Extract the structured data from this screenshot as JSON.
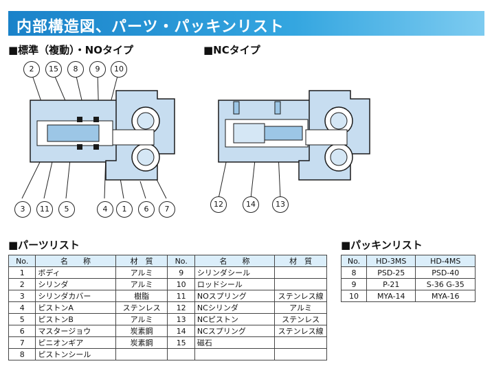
{
  "title": "内部構造図、パーツ・パッキンリスト",
  "diagram_std": {
    "label": "■標準（複動）・NOタイプ",
    "callouts_top": [
      "2",
      "15",
      "8",
      "9",
      "10"
    ],
    "callouts_bottom": [
      "3",
      "11",
      "5",
      "4",
      "1",
      "6",
      "7"
    ]
  },
  "diagram_nc": {
    "label": "■NCタイプ",
    "callouts_bottom": [
      "12",
      "14",
      "13"
    ]
  },
  "parts_list": {
    "heading": "■パーツリスト",
    "headers": [
      "No.",
      "名　　称",
      "材　質",
      "No.",
      "名　　称",
      "材　質"
    ],
    "rows": [
      [
        "1",
        "ボディ",
        "アルミ",
        "9",
        "シリンダシール",
        ""
      ],
      [
        "2",
        "シリンダ",
        "アルミ",
        "10",
        "ロッドシール",
        ""
      ],
      [
        "3",
        "シリンダカバー",
        "樹脂",
        "11",
        "NOスプリング",
        "ステンレス線"
      ],
      [
        "4",
        "ピストンA",
        "ステンレス",
        "12",
        "NCシリンダ",
        "アルミ"
      ],
      [
        "5",
        "ピストンB",
        "アルミ",
        "13",
        "NCピストン",
        "ステンレス"
      ],
      [
        "6",
        "マスタージョウ",
        "炭素鋼",
        "14",
        "NCスプリング",
        "ステンレス線"
      ],
      [
        "7",
        "ピニオンギア",
        "炭素鋼",
        "15",
        "磁石",
        ""
      ],
      [
        "8",
        "ピストンシール",
        "",
        "",
        "",
        ""
      ]
    ]
  },
  "packing_list": {
    "heading": "■パッキンリスト",
    "headers": [
      "No.",
      "HD-3MS",
      "HD-4MS"
    ],
    "rows": [
      [
        "8",
        "PSD-25",
        "PSD-40"
      ],
      [
        "9",
        "P-21",
        "S-36 G-35"
      ],
      [
        "10",
        "MYA-14",
        "MYA-16"
      ]
    ]
  }
}
